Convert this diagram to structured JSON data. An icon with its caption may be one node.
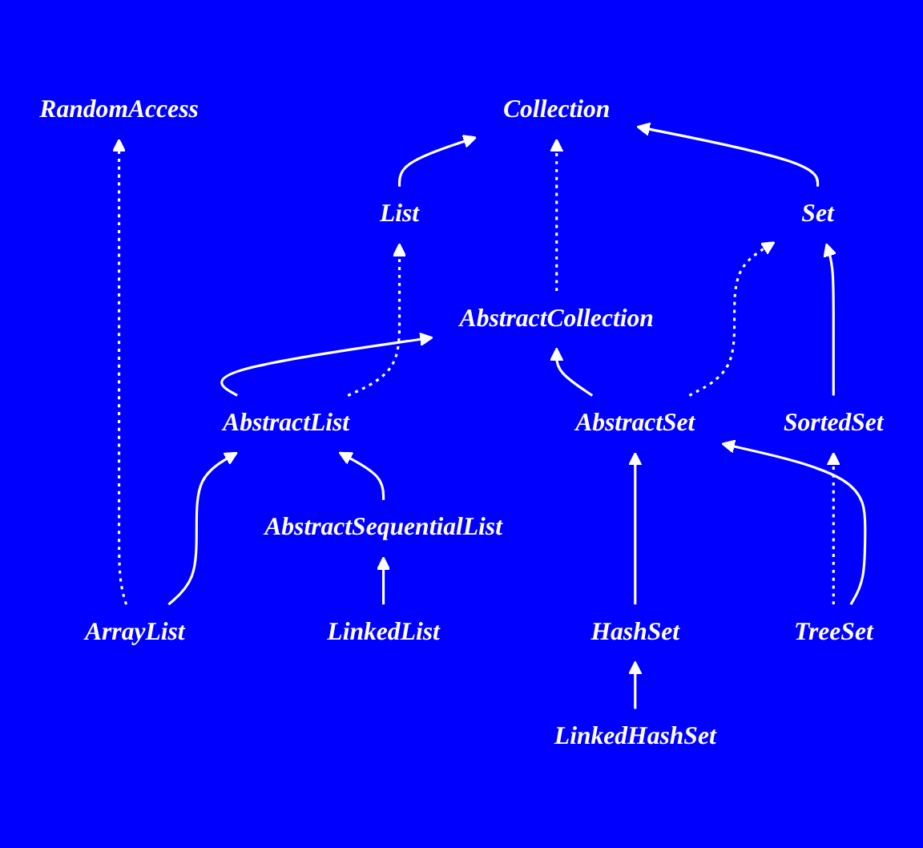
{
  "diagram": {
    "nodes": [
      {
        "text": [
          "RandomAccess"
        ]
      },
      {
        "text": [
          "Collection"
        ]
      },
      {
        "text": [
          "List"
        ]
      },
      {
        "text": [
          "Set"
        ]
      },
      {
        "text": [
          "SortedSet"
        ]
      },
      {
        "text": [
          "AbstractCollection"
        ]
      },
      {
        "text": [
          "AbstractList"
        ]
      },
      {
        "text": [
          "AbstractSet"
        ]
      },
      {
        "text": [
          "AbstractSequentialList"
        ]
      },
      {
        "text": [
          "ArrayList"
        ]
      },
      {
        "text": [
          "LinkedList"
        ]
      },
      {
        "text": [
          "HashSet"
        ]
      },
      {
        "text": [
          "TreeSet"
        ]
      },
      {
        "text": [
          "LinkedHashSet"
        ]
      }
    ],
    "edges": [
      {
        "from": 2,
        "to": 1,
        "arrow": "to"
      },
      {
        "from": 3,
        "to": 1,
        "arrow": "to"
      },
      {
        "from": 5,
        "to": 1,
        "arrow": "to",
        "style": "dashed"
      },
      {
        "from": 4,
        "to": 3,
        "arrow": "to"
      },
      {
        "from": 6,
        "to": 2,
        "arrow": "to",
        "style": "dashed"
      },
      {
        "from": 7,
        "to": 3,
        "arrow": "to",
        "style": "dashed"
      },
      {
        "from": 6,
        "to": 5,
        "arrow": "to"
      },
      {
        "from": 7,
        "to": 5,
        "arrow": "to"
      },
      {
        "from": 8,
        "to": 6,
        "arrow": "to"
      },
      {
        "from": 9,
        "to": 6,
        "arrow": "to"
      },
      {
        "from": 9,
        "to": 0,
        "arrow": "to",
        "style": "dashed"
      },
      {
        "from": 10,
        "to": 8,
        "arrow": "to"
      },
      {
        "from": 11,
        "to": 7,
        "arrow": "to"
      },
      {
        "from": 12,
        "to": 7,
        "arrow": "to"
      },
      {
        "from": 12,
        "to": 4,
        "arrow": "to",
        "style": "dashed"
      },
      {
        "from": 13,
        "to": 11,
        "arrow": "to"
      }
    ]
  }
}
